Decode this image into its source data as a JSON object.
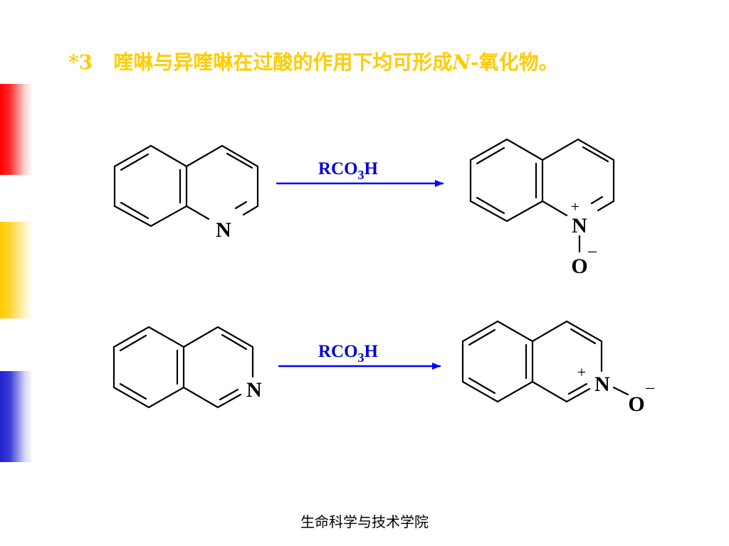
{
  "title": {
    "number": "*3",
    "text_before": "喹啉与异喹啉在过酸的作用下均可形成",
    "italic": "N",
    "text_after": "-氧化物。"
  },
  "reactions": [
    {
      "reactant_atom": "N",
      "reagent": {
        "base": "RCO",
        "sub": "3",
        "tail": "H"
      },
      "product_atoms": {
        "nitrogen": "N",
        "oxygen": "O",
        "plus": "+",
        "minus": "–"
      }
    },
    {
      "reactant_atom": "N",
      "reagent": {
        "base": "RCO",
        "sub": "3",
        "tail": "H"
      },
      "product_atoms": {
        "nitrogen": "N",
        "oxygen": "O",
        "plus": "+",
        "minus": "–"
      }
    }
  ],
  "footer": "生命科学与技术学院",
  "colors": {
    "title": "#ffcc00",
    "reagent": "#0000cc",
    "arrow": "#0000ff",
    "bond": "#000000",
    "bar_red": "#ff0000",
    "bar_yellow": "#ffcc00",
    "bar_blue": "#2222cc"
  }
}
